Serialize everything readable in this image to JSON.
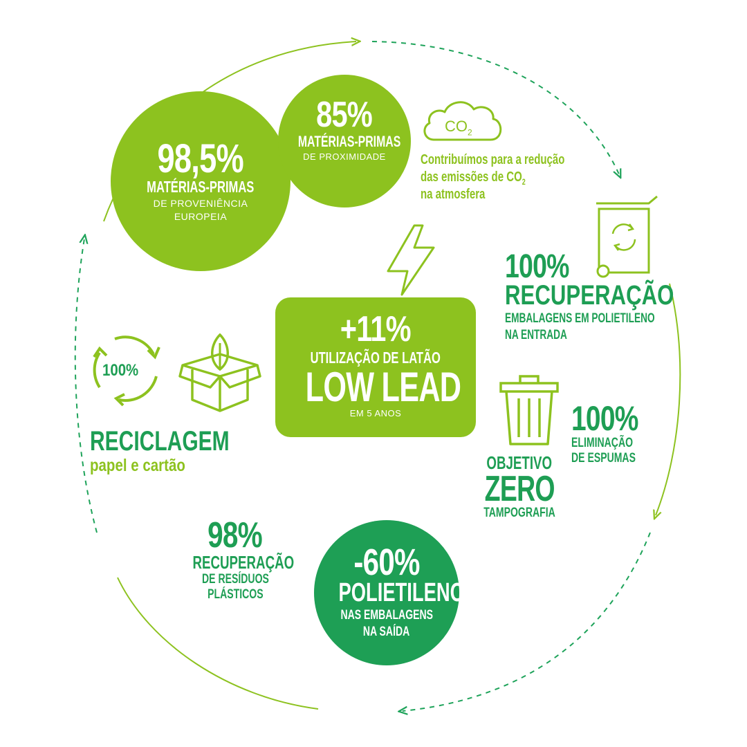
{
  "colors": {
    "lime": "#8dc21f",
    "lime_dark": "#7fb61a",
    "green": "#1ea35a",
    "green_circle": "#1e9f55",
    "text_green": "#1e9e54",
    "text_lime": "#8dc21f",
    "white": "#ffffff"
  },
  "circle_985": {
    "value": "98,5%",
    "title": "MATÉRIAS-PRIMAS",
    "sub1": "DE PROVENIÊNCIA",
    "sub2": "EUROPEIA"
  },
  "circle_85": {
    "value": "85%",
    "title": "MATÉRIAS-PRIMAS",
    "sub": "DE PROXIMIDADE"
  },
  "co2": {
    "icon_label": "CO",
    "icon_sub": "2",
    "line1": "Contribuímos para a redução",
    "line2_a": "das emissões de CO",
    "line2_sub": "2",
    "line3": "na atmosfera"
  },
  "center_box": {
    "value": "+11%",
    "line1": "UTILIZAÇÃO DE LATÃO",
    "line2": "LOW LEAD",
    "line3": "EM 5 ANOS"
  },
  "recovery": {
    "value": "100%",
    "title": "RECUPERAÇÃO",
    "line1": "EMBALAGENS EM POLIETILENO",
    "line2": "NA ENTRADA"
  },
  "recycling": {
    "badge": "100%",
    "title": "RECICLAGEM",
    "sub": "papel e cartão"
  },
  "foams": {
    "value": "100%",
    "line1": "ELIMINAÇÃO",
    "line2": "DE ESPUMAS"
  },
  "zero": {
    "line1": "OBJETIVO",
    "line2": "ZERO",
    "line3": "TAMPOGRAFIA"
  },
  "plastics": {
    "value": "98%",
    "line1": "RECUPERAÇÃO",
    "line2": "DE RESÍDUOS",
    "line3": "PLÁSTICOS"
  },
  "polyethylene": {
    "value": "-60%",
    "title": "POLIETILENO",
    "line1": "NAS EMBALAGENS",
    "line2": "NA SAÍDA"
  }
}
